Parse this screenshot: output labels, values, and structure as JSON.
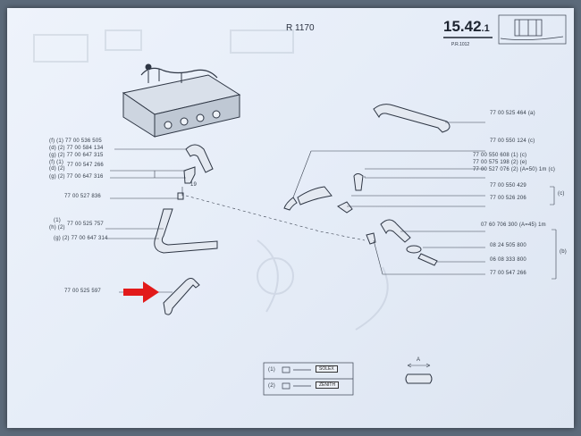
{
  "header": {
    "code": "R 1170",
    "page_number_main": "15.42",
    "page_number_sub": ".1",
    "page_subtitle": "P.R.1012"
  },
  "left_refs": [
    {
      "id": "l1",
      "text": "(f) (1) 77 00 536 505"
    },
    {
      "id": "l2",
      "text": "(d) (2) 77 00 584 134"
    },
    {
      "id": "l3",
      "text": "(g) (2) 77 00 647 315"
    },
    {
      "id": "l4",
      "text": "(f) (1)"
    },
    {
      "id": "l5",
      "text": "(d) (2)"
    },
    {
      "id": "l6",
      "text": "77 00 547 266"
    },
    {
      "id": "l7",
      "text": "(g) (2) 77 00 647 316"
    },
    {
      "id": "l8",
      "text": "77 00 527 836"
    },
    {
      "id": "l9",
      "text": "(1)"
    },
    {
      "id": "l10",
      "text": "(h) (2)"
    },
    {
      "id": "l11",
      "text": "77 00 525 757"
    },
    {
      "id": "l12",
      "text": "(g) (2) 77 00 647 314"
    },
    {
      "id": "l13",
      "text": "77 00 525 597"
    }
  ],
  "right_refs": [
    {
      "id": "r1",
      "text": "77 00 525 464",
      "group": "(a)"
    },
    {
      "id": "r2",
      "text": "77 00 550 124",
      "group": "(c)"
    },
    {
      "id": "r3",
      "text": "77 00 550 608 (1) (c)"
    },
    {
      "id": "r4",
      "text": "77 00 575 198 (2) (e)"
    },
    {
      "id": "r5",
      "text": "77 00 527 076 (2) (A=50)",
      "suffix": "1m (c)"
    },
    {
      "id": "r6",
      "text": "77 00 550 429"
    },
    {
      "id": "r7",
      "text": "77 00 526 206"
    },
    {
      "id": "r8",
      "text": "07 60 706 300 (A=45)",
      "suffix": "1m"
    },
    {
      "id": "r9",
      "text": "08 24 505 800"
    },
    {
      "id": "r10",
      "text": "06 08 333 800"
    },
    {
      "id": "r11",
      "text": "77 00 547 266"
    }
  ],
  "brackets": {
    "c": "(c)",
    "b": "(b)"
  },
  "callout_num": "19",
  "legend": [
    {
      "prefix": "(1)",
      "tag": "SOLEX"
    },
    {
      "prefix": "(2)",
      "tag": "ZENITH"
    }
  ],
  "dimension_label": "A",
  "colors": {
    "pointer": "#e21a1a",
    "ink": "#3a4250"
  }
}
